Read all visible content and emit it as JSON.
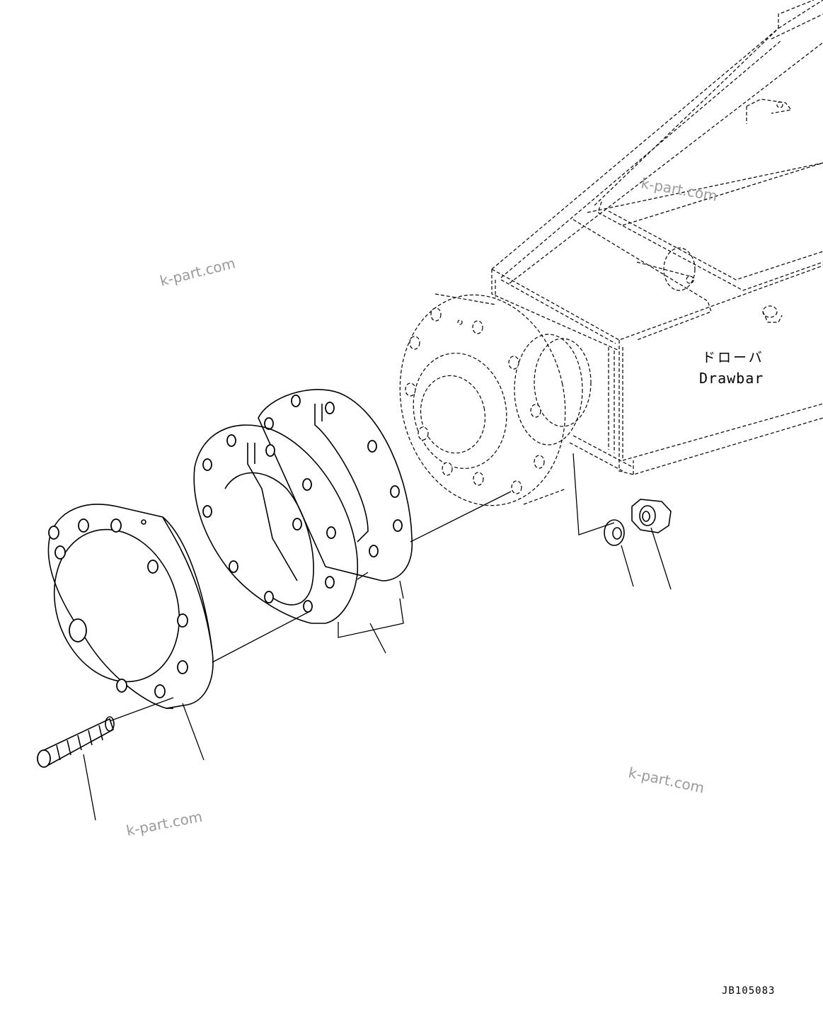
{
  "labels": {
    "part_name_jp": "ドローバ",
    "part_name_en": "Drawbar"
  },
  "watermarks": [
    "k-part.com",
    "k-part.com",
    "k-part.com",
    "k-part.com"
  ],
  "drawing_code": "JB105083"
}
